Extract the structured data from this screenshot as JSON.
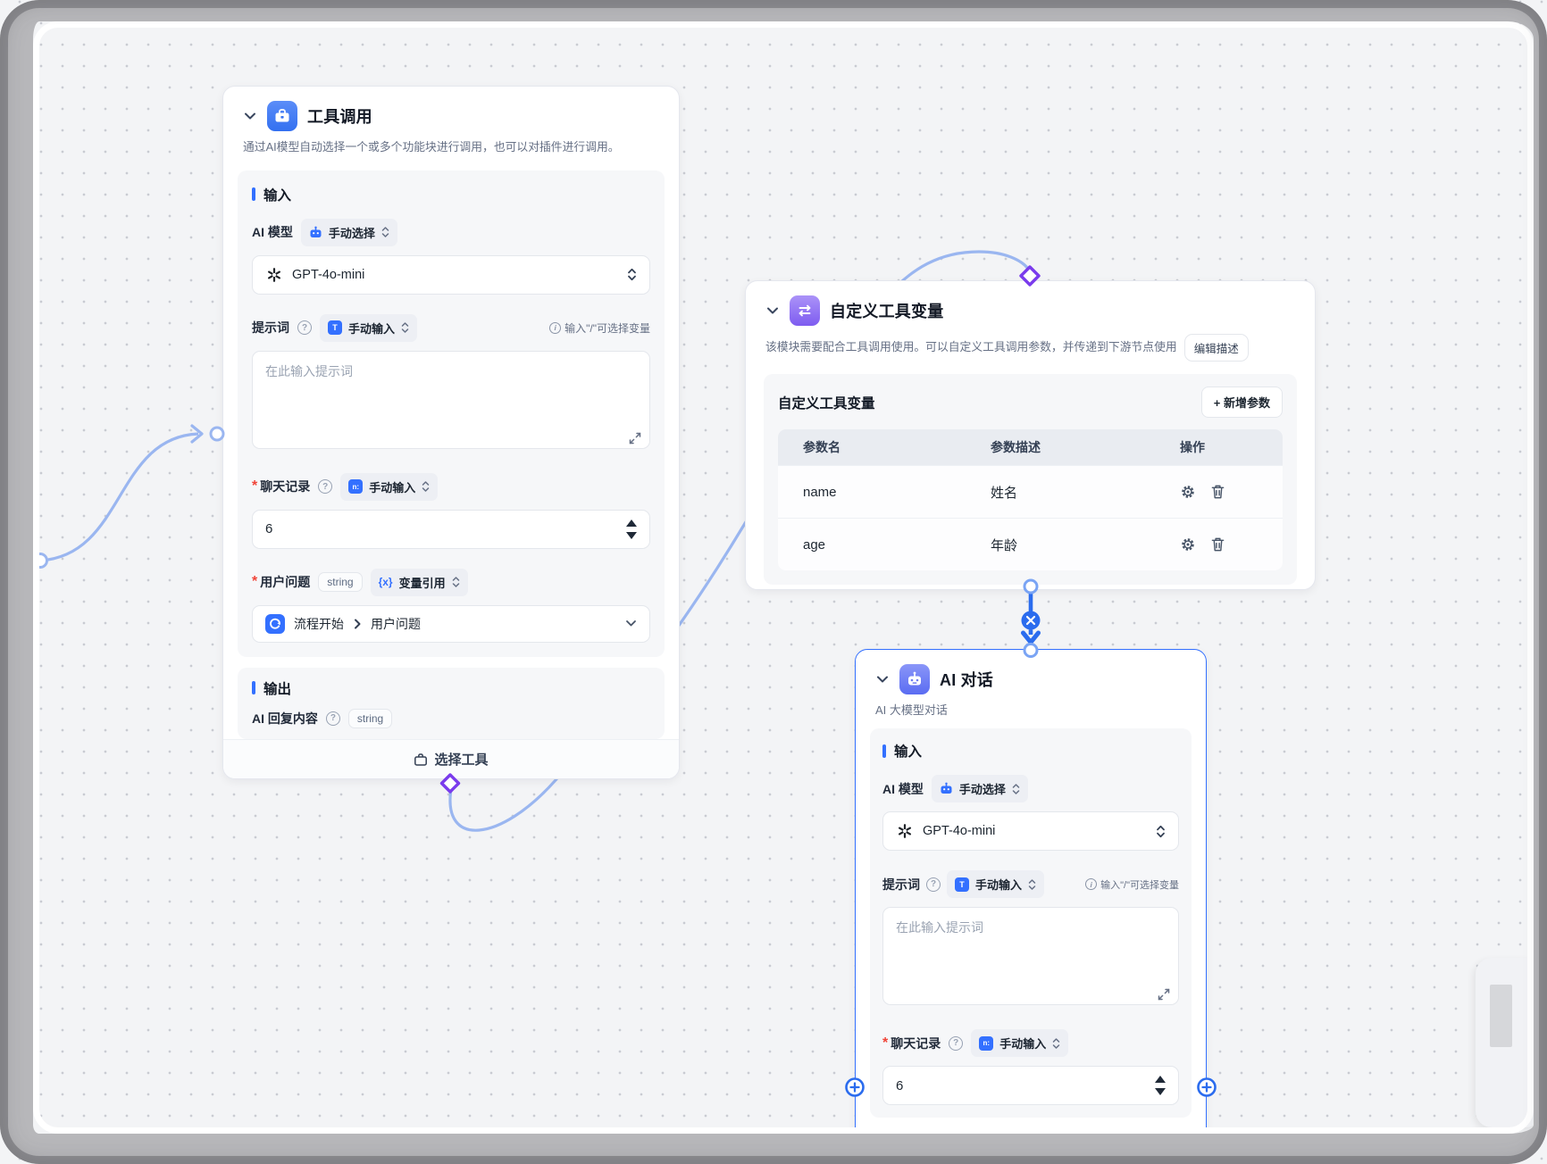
{
  "icons": {
    "help_glyph": "?",
    "info_glyph": "i",
    "required_mark": "*",
    "text_input_glyph": "T",
    "history_glyph": "n:",
    "var_ref_glyph": "{x}"
  },
  "colors": {
    "accent_blue": "#3370ff",
    "edge_light_blue": "#9ab6f0",
    "edge_selected_blue": "#2b6cee",
    "diamond_purple": "#7a3bec"
  },
  "tool_call": {
    "title": "工具调用",
    "description": "通过AI模型自动选择一个或多个功能块进行调用，也可以对插件进行调用。",
    "input_section": "输入",
    "model_label": "AI 模型",
    "model_mode": "手动选择",
    "model_name": "GPT-4o-mini",
    "prompt_label": "提示词",
    "prompt_mode": "手动输入",
    "prompt_hint": "输入\"/\"可选择变量",
    "prompt_placeholder": "在此输入提示词",
    "history_label": "聊天记录",
    "history_mode": "手动输入",
    "history_value": "6",
    "question_label": "用户问题",
    "question_type": "string",
    "question_mode": "变量引用",
    "question_source": "流程开始",
    "question_field": "用户问题",
    "output_section": "输出",
    "output_label": "AI 回复内容",
    "output_type": "string",
    "select_tool_button": "选择工具"
  },
  "custom_vars": {
    "title": "自定义工具变量",
    "description": "该模块需要配合工具调用使用。可以自定义工具调用参数，并传递到下游节点使用",
    "edit_description_button": "编辑描述",
    "panel_title": "自定义工具变量",
    "add_param_button": "+ 新增参数",
    "table": {
      "headers": [
        "参数名",
        "参数描述",
        "操作"
      ],
      "rows": [
        {
          "name": "name",
          "desc": "姓名"
        },
        {
          "name": "age",
          "desc": "年龄"
        }
      ]
    }
  },
  "ai_chat": {
    "title": "AI 对话",
    "subtitle": "AI 大模型对话",
    "input_section": "输入",
    "model_label": "AI 模型",
    "model_mode": "手动选择",
    "model_name": "GPT-4o-mini",
    "prompt_label": "提示词",
    "prompt_mode": "手动输入",
    "prompt_hint": "输入\"/\"可选择变量",
    "prompt_placeholder": "在此输入提示词",
    "history_label": "聊天记录",
    "history_mode": "手动输入",
    "history_value": "6"
  }
}
